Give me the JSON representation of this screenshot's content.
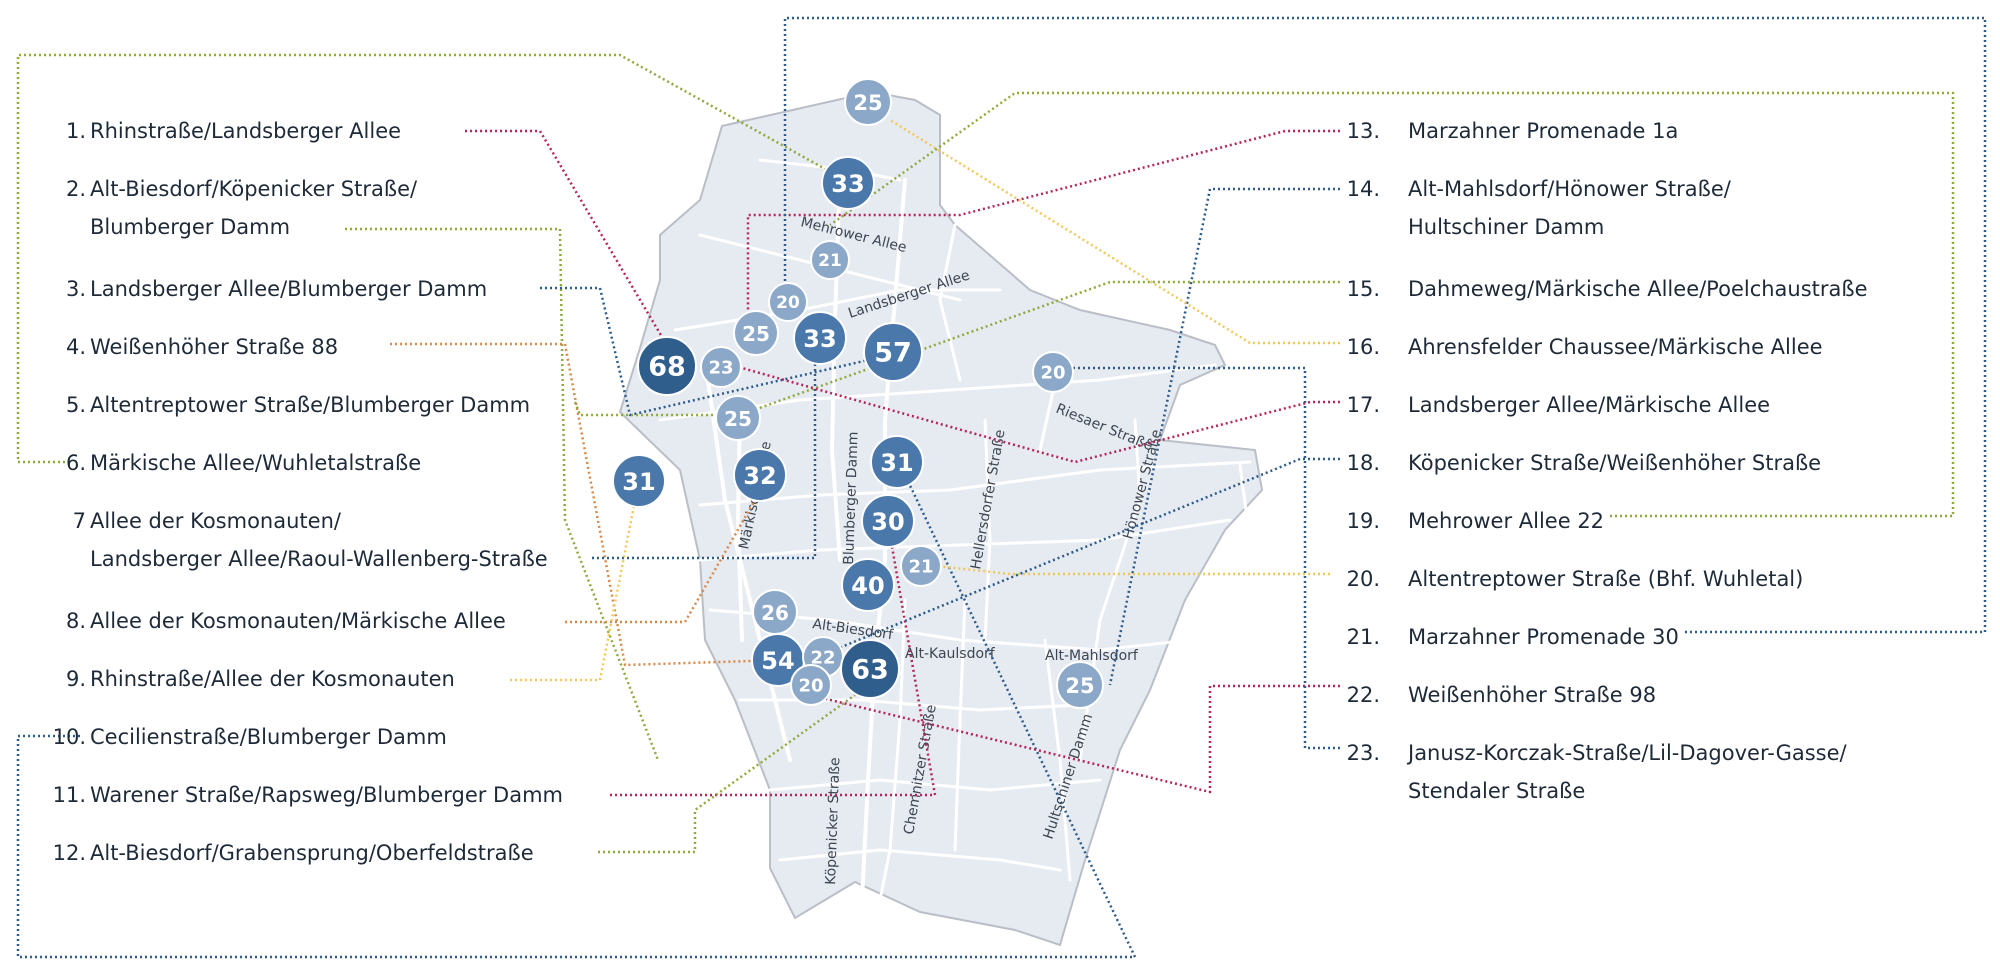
{
  "colors": {
    "district_fill": "#e6eaf1",
    "district_stroke": "#b9bec7",
    "street": "#ffffff",
    "bubble_light": "#8ca8c8",
    "bubble_mid": "#4a78aa",
    "bubble_dark": "#2f5d8c",
    "line_red": "#b3265a",
    "line_green": "#8ea93d",
    "line_blue": "#2c5b8c",
    "line_orange": "#d8894a",
    "line_yellow": "#f0c85a"
  },
  "streets": [
    {
      "id": "mehrower-allee",
      "label": "Mehrower Allee"
    },
    {
      "id": "landsberger-allee",
      "label": "Landsberger Allee"
    },
    {
      "id": "maerkische-allee",
      "label": "Märkische Allee"
    },
    {
      "id": "blumberger-damm",
      "label": "Blumberger Damm"
    },
    {
      "id": "hellersdorfer-strasse",
      "label": "Hellersdorfer Straße"
    },
    {
      "id": "riesaer-strasse",
      "label": "Riesaer Straße"
    },
    {
      "id": "hoenower-strasse",
      "label": "Hönower Straße"
    },
    {
      "id": "alt-biesdorf",
      "label": "Alt-Biesdorf"
    },
    {
      "id": "alt-kaulsdorf",
      "label": "Alt-Kaulsdorf"
    },
    {
      "id": "alt-mahlsdorf",
      "label": "Alt-Mahlsdorf"
    },
    {
      "id": "koepenicker-strasse",
      "label": "Köpenicker Straße"
    },
    {
      "id": "chemnitzer-strasse",
      "label": "Chemnitzer Straße"
    },
    {
      "id": "hultschiner-damm",
      "label": "Hultschiner Damm"
    }
  ],
  "bubbles": [
    {
      "value": "25",
      "tone": "light"
    },
    {
      "value": "33",
      "tone": "mid"
    },
    {
      "value": "21",
      "tone": "light"
    },
    {
      "value": "20",
      "tone": "light"
    },
    {
      "value": "25",
      "tone": "light"
    },
    {
      "value": "33",
      "tone": "mid"
    },
    {
      "value": "57",
      "tone": "mid"
    },
    {
      "value": "68",
      "tone": "dark"
    },
    {
      "value": "23",
      "tone": "light"
    },
    {
      "value": "25",
      "tone": "light"
    },
    {
      "value": "20",
      "tone": "light"
    },
    {
      "value": "31",
      "tone": "mid"
    },
    {
      "value": "32",
      "tone": "mid"
    },
    {
      "value": "31",
      "tone": "mid"
    },
    {
      "value": "30",
      "tone": "mid"
    },
    {
      "value": "21",
      "tone": "light"
    },
    {
      "value": "40",
      "tone": "mid"
    },
    {
      "value": "26",
      "tone": "light"
    },
    {
      "value": "54",
      "tone": "mid"
    },
    {
      "value": "22",
      "tone": "light"
    },
    {
      "value": "63",
      "tone": "dark"
    },
    {
      "value": "20",
      "tone": "light"
    },
    {
      "value": "25",
      "tone": "light"
    }
  ],
  "locations": [
    {
      "num": "1.",
      "lines": [
        "Rhinstraße/Landsberger Allee"
      ]
    },
    {
      "num": "2.",
      "lines": [
        "Alt-Biesdorf/Köpenicker Straße/",
        "Blumberger Damm"
      ]
    },
    {
      "num": "3.",
      "lines": [
        "Landsberger Allee/Blumberger Damm"
      ]
    },
    {
      "num": "4.",
      "lines": [
        "Weißenhöher Straße 88"
      ]
    },
    {
      "num": "5.",
      "lines": [
        "Altentreptower Straße/Blumberger Damm"
      ]
    },
    {
      "num": "6.",
      "lines": [
        "Märkische Allee/Wuhletalstraße"
      ]
    },
    {
      "num": "7",
      "lines": [
        "Allee der Kosmonauten/",
        "Landsberger Allee/Raoul-Wallenberg-Straße"
      ]
    },
    {
      "num": "8.",
      "lines": [
        "Allee der Kosmonauten/Märkische Allee"
      ]
    },
    {
      "num": "9.",
      "lines": [
        "Rhinstraße/Allee der Kosmonauten"
      ]
    },
    {
      "num": "10.",
      "lines": [
        "Cecilienstraße/Blumberger Damm"
      ]
    },
    {
      "num": "11.",
      "lines": [
        "Warener Straße/Rapsweg/Blumberger Damm"
      ]
    },
    {
      "num": "12.",
      "lines": [
        "Alt-Biesdorf/Grabensprung/Oberfeldstraße"
      ]
    },
    {
      "num": "13.",
      "lines": [
        "Marzahner Promenade 1a"
      ]
    },
    {
      "num": "14.",
      "lines": [
        "Alt-Mahlsdorf/Hönower Straße/",
        "Hultschiner Damm"
      ]
    },
    {
      "num": "15.",
      "lines": [
        "Dahmeweg/Märkische Allee/Poelchaustraße"
      ]
    },
    {
      "num": "16.",
      "lines": [
        "Ahrensfelder Chaussee/Märkische Allee"
      ]
    },
    {
      "num": "17.",
      "lines": [
        "Landsberger Allee/Märkische Allee"
      ]
    },
    {
      "num": "18.",
      "lines": [
        "Köpenicker Straße/Weißenhöher Straße"
      ]
    },
    {
      "num": "19.",
      "lines": [
        "Mehrower Allee 22"
      ]
    },
    {
      "num": "20.",
      "lines": [
        "Altentreptower Straße (Bhf. Wuhletal)"
      ]
    },
    {
      "num": "21.",
      "lines": [
        "Marzahner Promenade 30"
      ]
    },
    {
      "num": "22.",
      "lines": [
        "Weißenhöher Straße 98"
      ]
    },
    {
      "num": "23.",
      "lines": [
        "Janusz-Korczak-Straße/Lil-Dagover-Gasse/",
        "Stendaler Straße"
      ]
    }
  ]
}
